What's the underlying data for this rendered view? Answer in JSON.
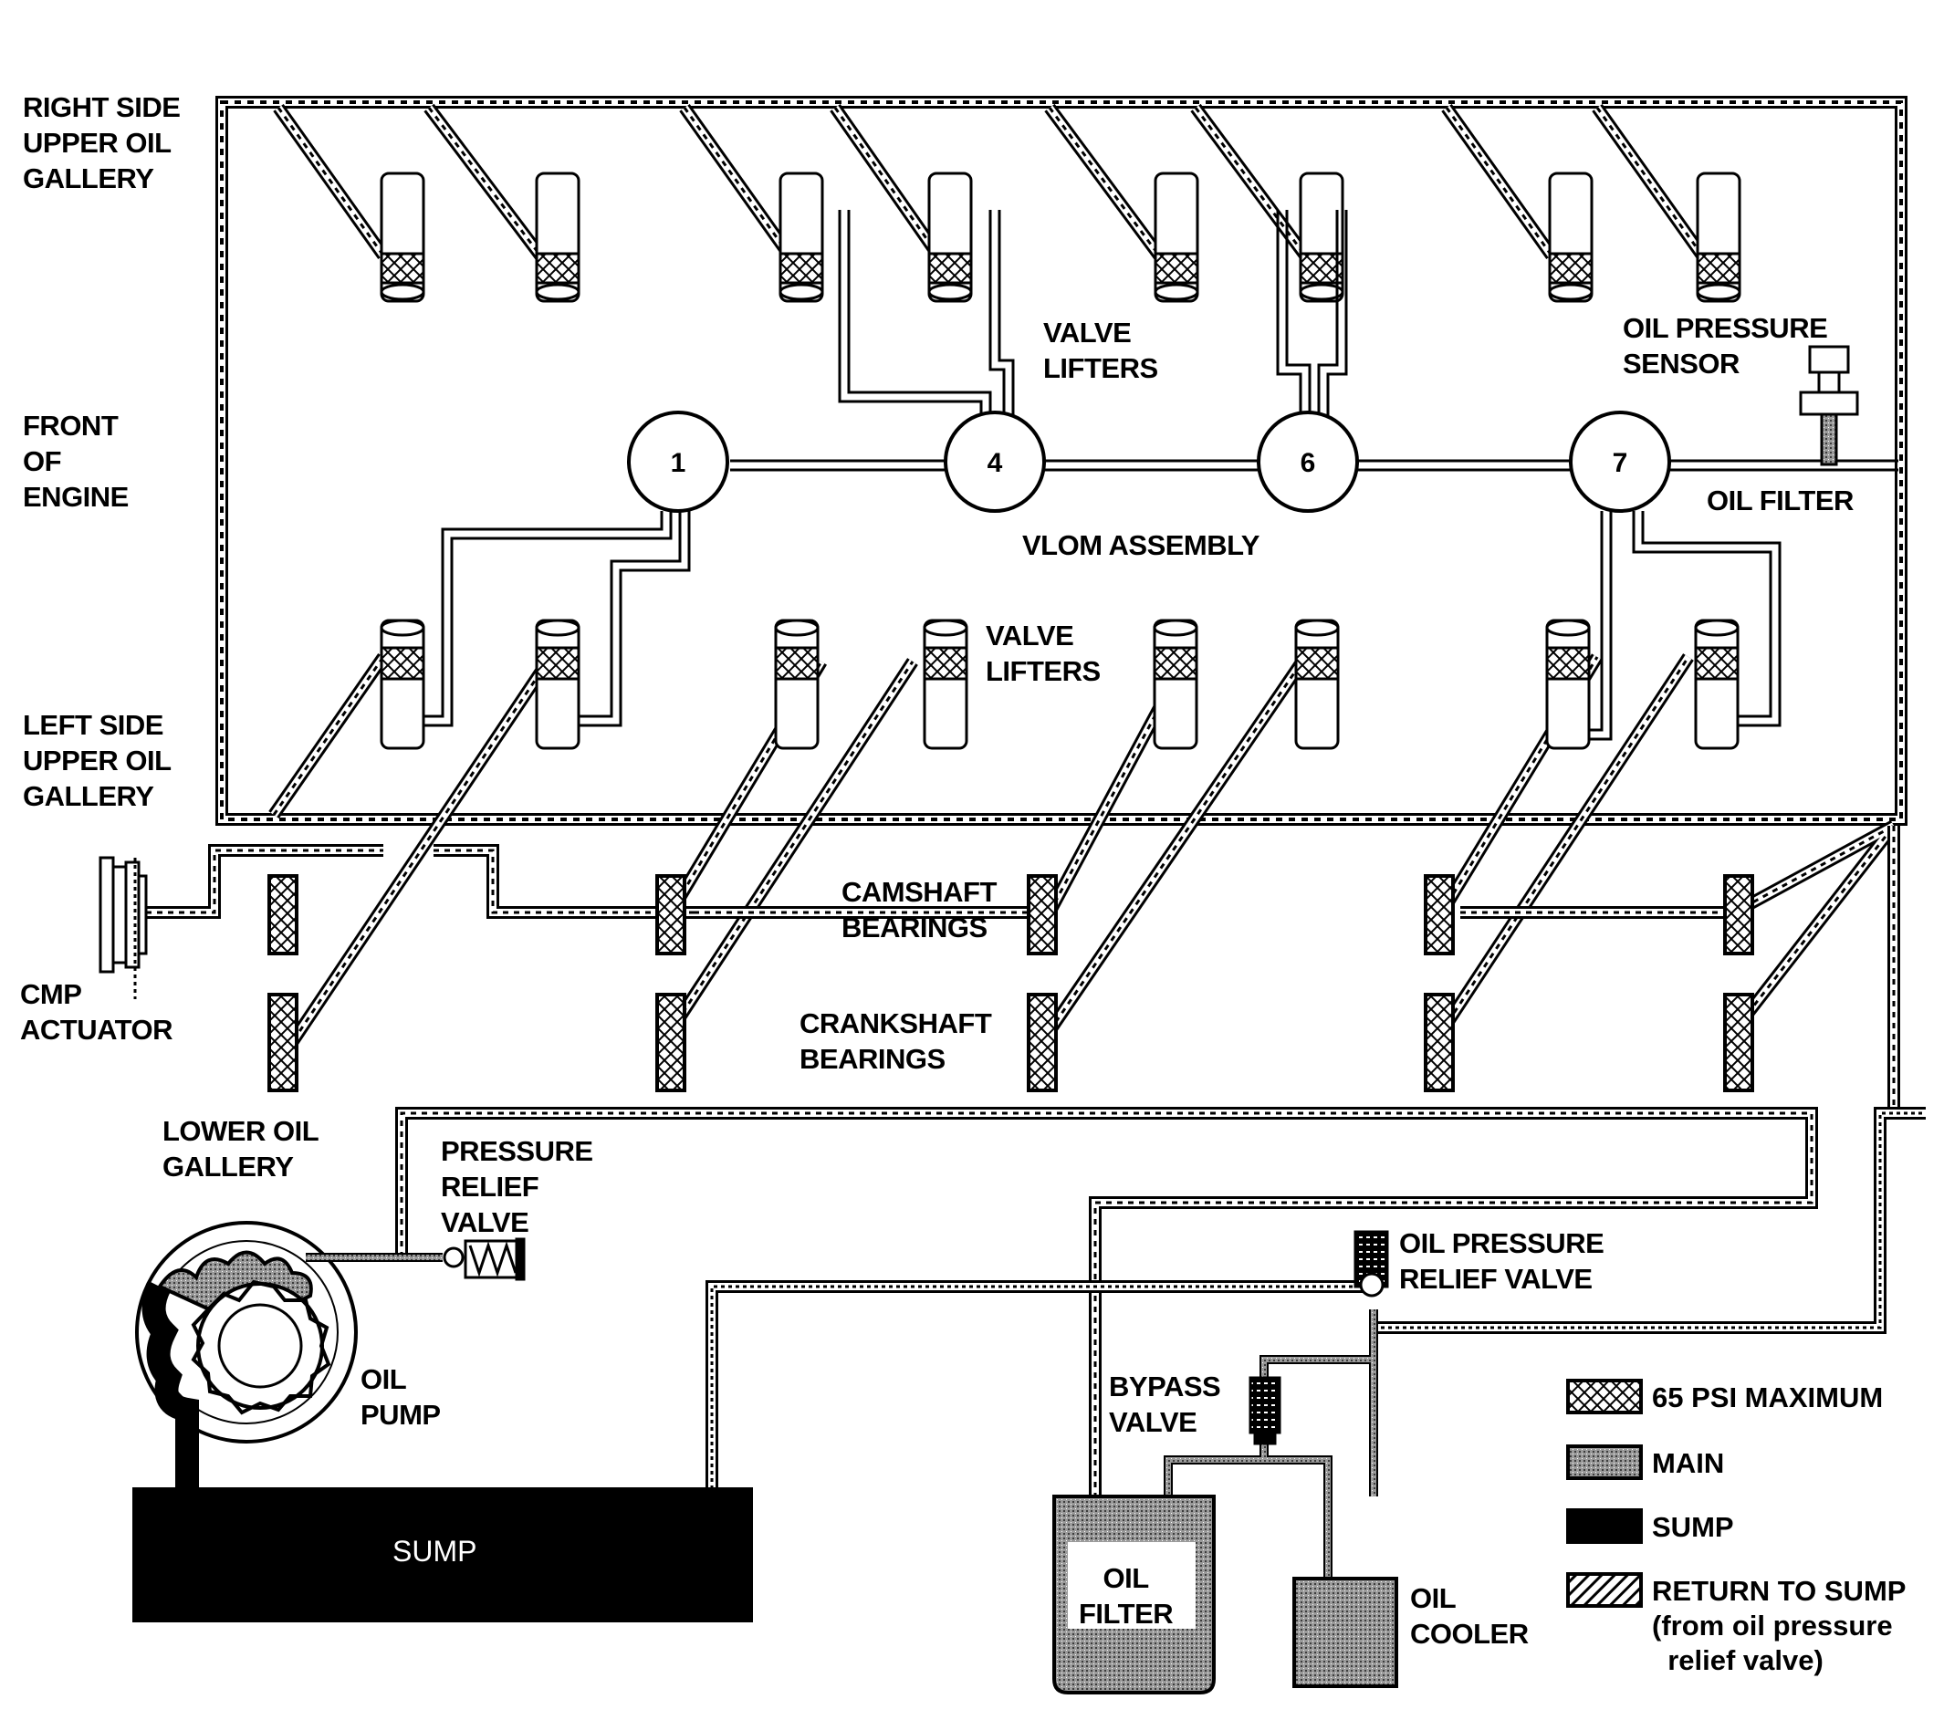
{
  "labels": {
    "right_gallery": "RIGHT SIDE\nUPPER OIL\nGALLERY",
    "front_engine": "FRONT\nOF\nENGINE",
    "left_gallery": "LEFT SIDE\nUPPER OIL\nGALLERY",
    "cmp_actuator": "CMP\nACTUATOR",
    "valve_lifters_upper": "VALVE\nLIFTERS",
    "valve_lifters_lower": "VALVE\nLIFTERS",
    "oil_pressure_sensor": "OIL PRESSURE\nSENSOR",
    "oil_filter_upper": "OIL FILTER",
    "vlom_assembly": "VLOM ASSEMBLY",
    "camshaft_bearings": "CAMSHAFT\nBEARINGS",
    "crankshaft_bearings": "CRANKSHAFT\nBEARINGS",
    "lower_oil_gallery": "LOWER OIL\nGALLERY",
    "pressure_relief_valve": "PRESSURE\nRELIEF\nVALVE",
    "oil_pump": "OIL\nPUMP",
    "oil_pressure_relief_valve": "OIL PRESSURE\nRELIEF VALVE",
    "bypass_valve": "BYPASS\nVALVE",
    "sump": "SUMP",
    "oil_filter_lower": "OIL\nFILTER",
    "oil_cooler": "OIL\nCOOLER"
  },
  "vlom_nodes": [
    "1",
    "4",
    "6",
    "7"
  ],
  "legend": [
    {
      "key": "max65",
      "text": "65 PSI MAXIMUM"
    },
    {
      "key": "main",
      "text": "MAIN"
    },
    {
      "key": "sump",
      "text": "SUMP"
    },
    {
      "key": "return",
      "text": "RETURN TO SUMP\n(from oil pressure\n  relief valve)"
    }
  ]
}
